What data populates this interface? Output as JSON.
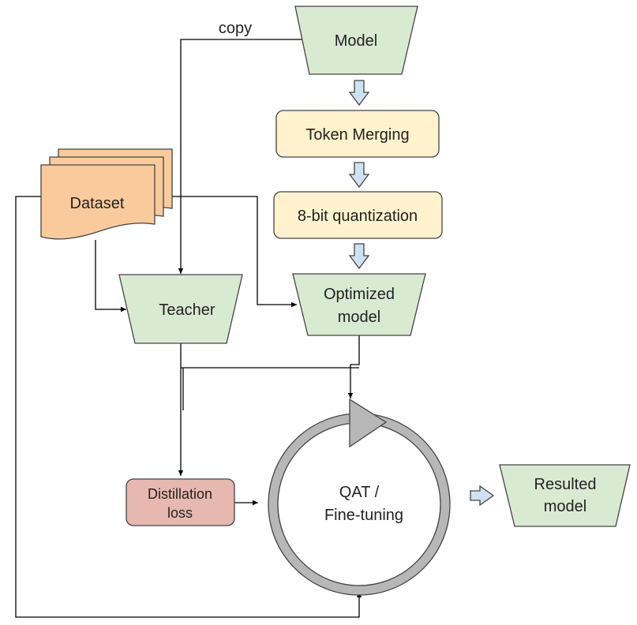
{
  "nodes": {
    "model": {
      "label": "Model"
    },
    "token_merging": {
      "label": "Token Merging"
    },
    "quantization": {
      "label": "8-bit quantization"
    },
    "dataset": {
      "label": "Dataset"
    },
    "teacher": {
      "label": "Teacher"
    },
    "optimized_model": {
      "lines": [
        "Optimized",
        "model"
      ]
    },
    "distillation_loss": {
      "lines": [
        "Distillation",
        "loss"
      ]
    },
    "qat_loop": {
      "lines": [
        "QAT /",
        "Fine-tuning"
      ]
    },
    "resulted_model": {
      "lines": [
        "Resulted",
        "model"
      ]
    }
  },
  "edges": {
    "copy": {
      "label": "copy"
    }
  },
  "colors": {
    "model_fill": "#d9ead3",
    "step_fill": "#fff2cc",
    "loss_fill": "#e6b8af",
    "dataset_fill": "#f9cb9c",
    "flow_arrow_fill": "#cfe2f3",
    "loop_ring": "#b7b7b7"
  }
}
